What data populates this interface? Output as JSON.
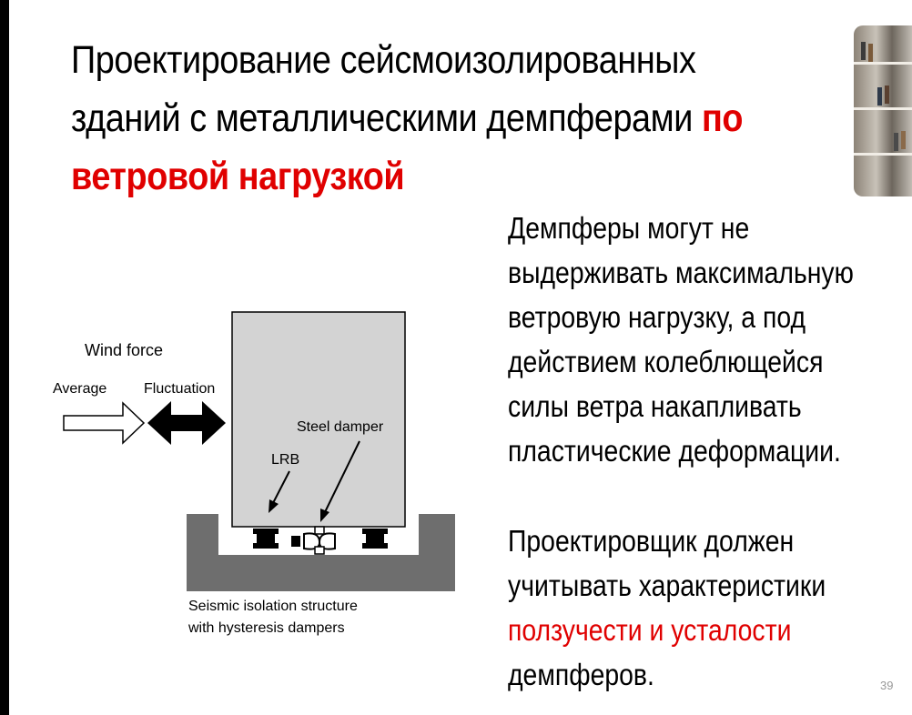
{
  "slide": {
    "title_part1_line1": "Проектирование сейсмоизолированных",
    "title_part1_line2": "зданий с металлическими демпферами ",
    "title_part2_red_visible": "по",
    "title_line3_red": "ветровой нагрузкой",
    "paragraph1": [
      "Демпферы могут не",
      "выдерживать максимальную",
      "ветровую нагрузку, а под",
      "действием колеблющейся",
      "силы ветра накапливать",
      "пластические деформации."
    ],
    "paragraph2_line1": "Проектировщик должен",
    "paragraph2_line2": "учитывать характеристики",
    "paragraph2_red": "ползучести и усталости",
    "paragraph2_line4": "демпферов.",
    "page_number": "39"
  },
  "diagram": {
    "wind_force": "Wind force",
    "average": "Average",
    "fluctuation": "Fluctuation",
    "steel_damper": "Steel damper",
    "lrb": "LRB",
    "caption_line1": "Seismic isolation structure",
    "caption_line2": "with hysteresis dampers"
  },
  "colors": {
    "accent_red": "#e00000",
    "building_gray": "#d3d3d3",
    "foundation_gray": "#6e6e6e"
  }
}
